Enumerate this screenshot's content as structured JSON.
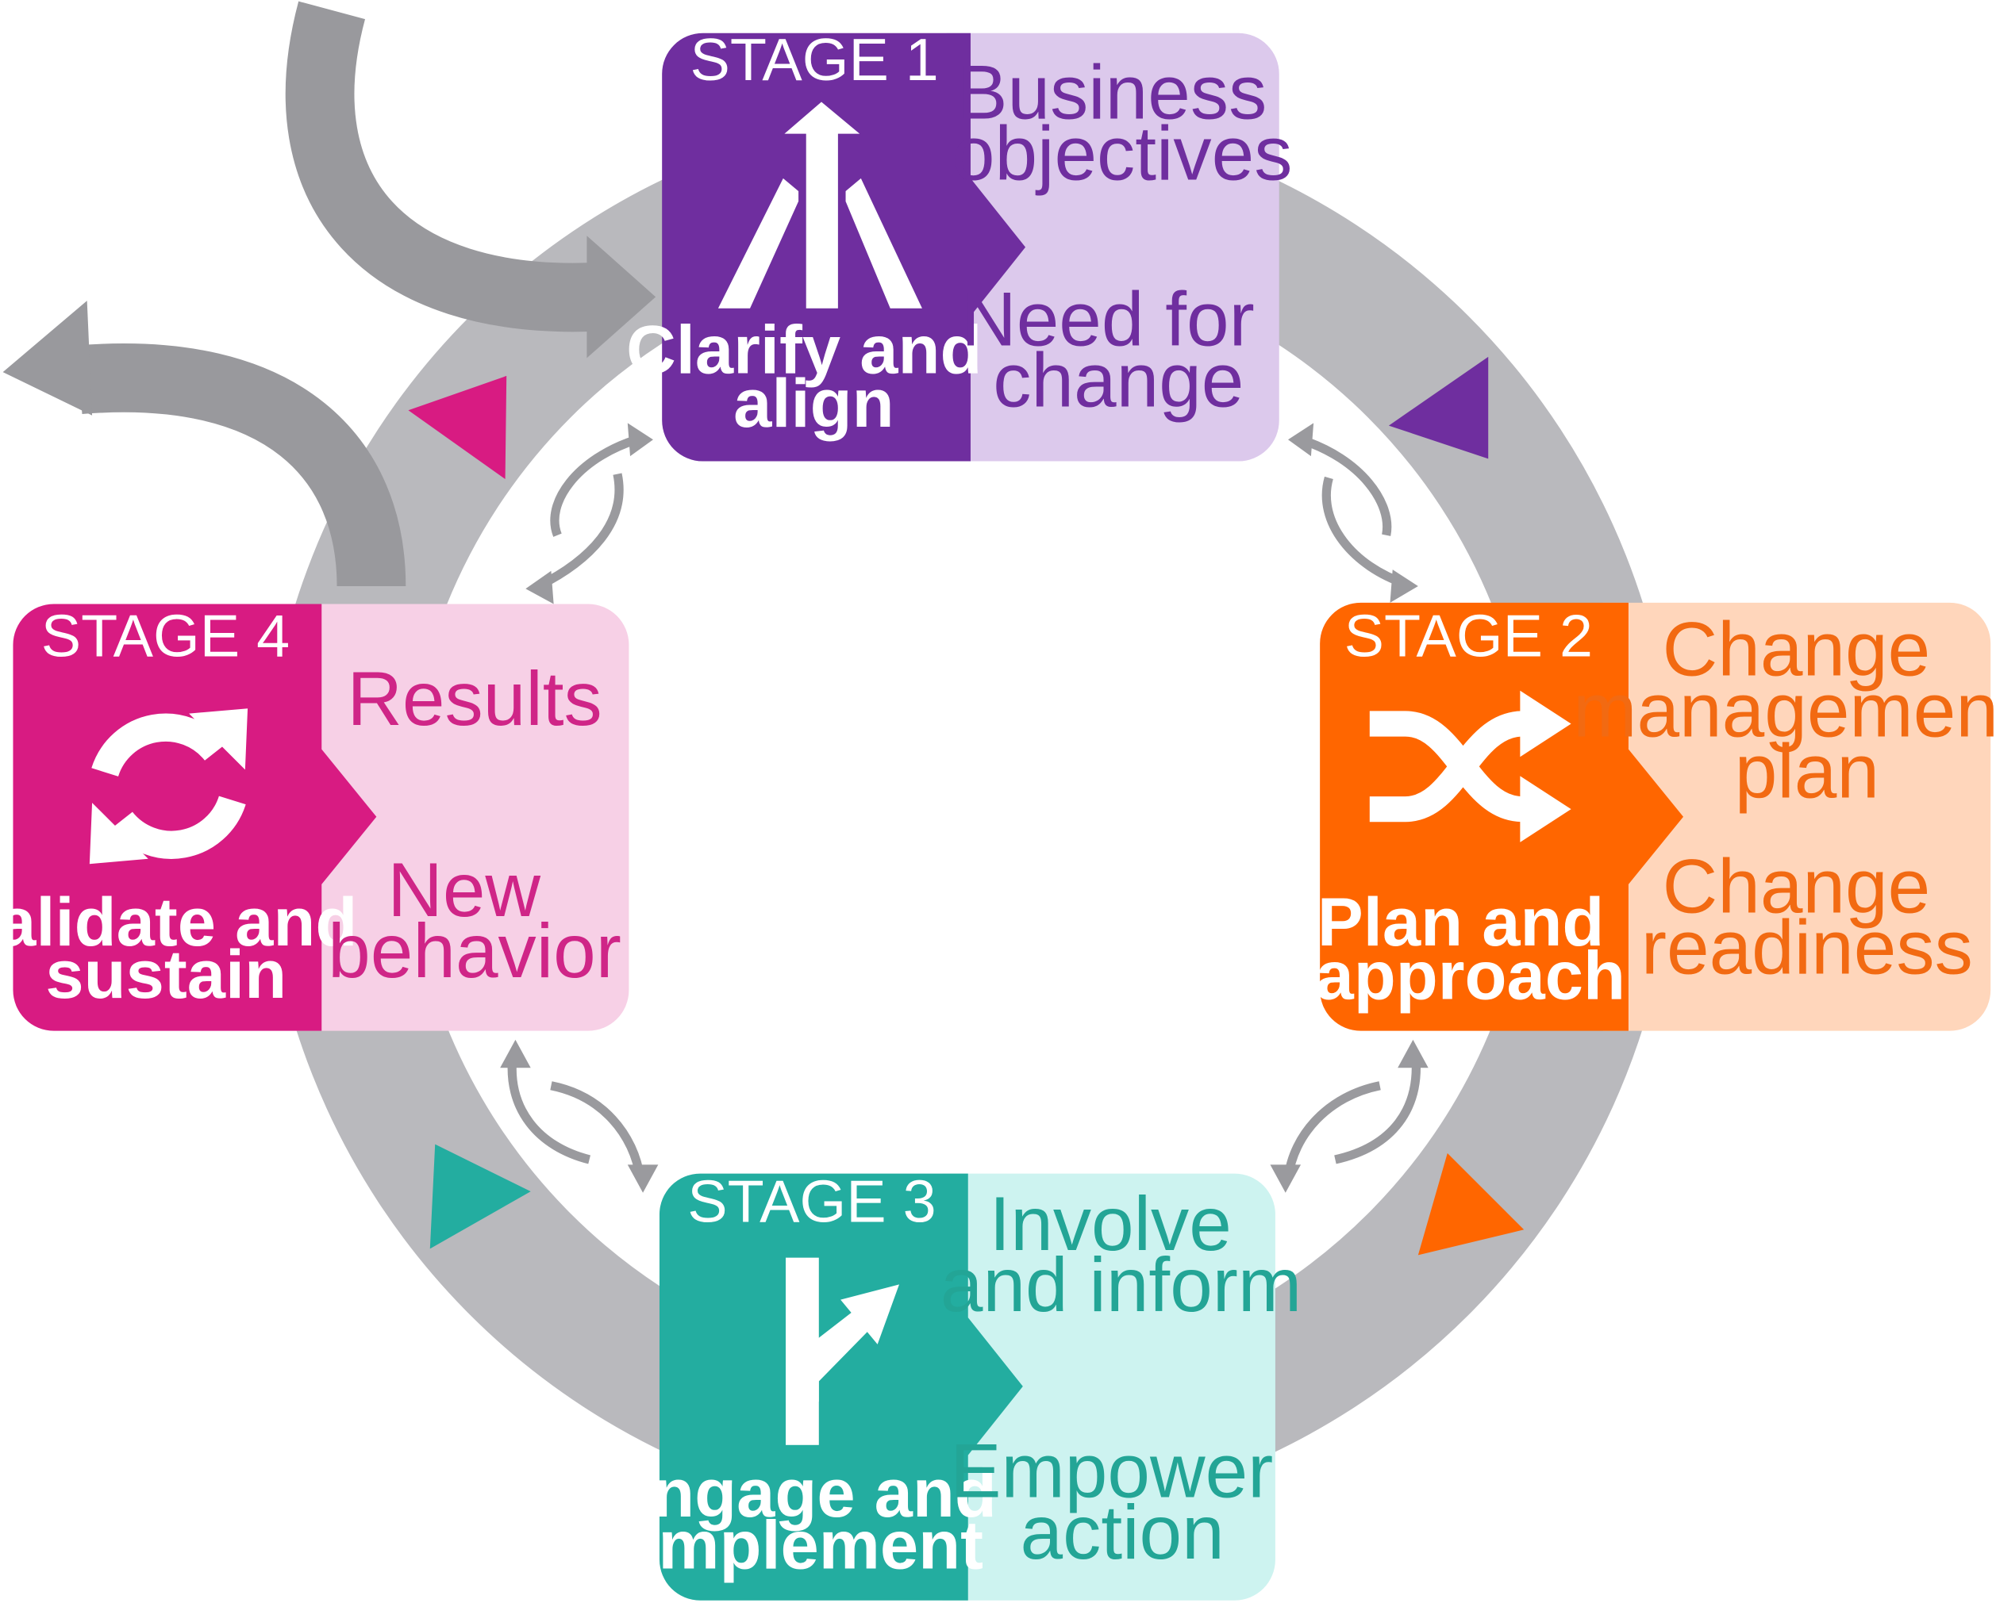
{
  "colors": {
    "ring": "#b9b9bd",
    "outer_arrow": "#99999d",
    "connector": "#9a9a9e",
    "stage1_dark": "#6f2e9f",
    "stage1_light": "#dcc9ec",
    "stage1_text": "#6f2e9f",
    "stage2_dark": "#ff6600",
    "stage2_light": "#ffd6bb",
    "stage2_text": "#f26a12",
    "stage3_dark": "#23ada0",
    "stage3_light": "#cdf3f0",
    "stage3_text": "#23a596",
    "stage4_dark": "#d81b82",
    "stage4_light": "#f7d0e6",
    "stage4_text": "#cf2587"
  },
  "stages": [
    {
      "label": "STAGE 1",
      "title_lines": [
        "Clarify and",
        "align"
      ],
      "icon": "merge-arrows-icon",
      "details": [
        {
          "lines": [
            "Business",
            "objectives"
          ]
        },
        {
          "lines": [
            "Need for",
            "change"
          ]
        }
      ]
    },
    {
      "label": "STAGE 2",
      "title_lines": [
        "Plan and",
        "approach"
      ],
      "icon": "shuffle-icon",
      "details": [
        {
          "lines": [
            "Change",
            "management",
            "plan"
          ]
        },
        {
          "lines": [
            "Change",
            "readiness"
          ]
        }
      ]
    },
    {
      "label": "STAGE 3",
      "title_lines": [
        "Engage and",
        "implement"
      ],
      "icon": "branch-arrow-icon",
      "details": [
        {
          "lines": [
            "Involve",
            "and inform"
          ]
        },
        {
          "lines": [
            "Empower",
            "action"
          ]
        }
      ]
    },
    {
      "label": "STAGE 4",
      "title_lines": [
        "Validate and",
        "sustain"
      ],
      "icon": "refresh-cycle-icon",
      "details": [
        {
          "lines": [
            "Results"
          ]
        },
        {
          "lines": [
            "New",
            "behavior"
          ]
        }
      ]
    }
  ]
}
